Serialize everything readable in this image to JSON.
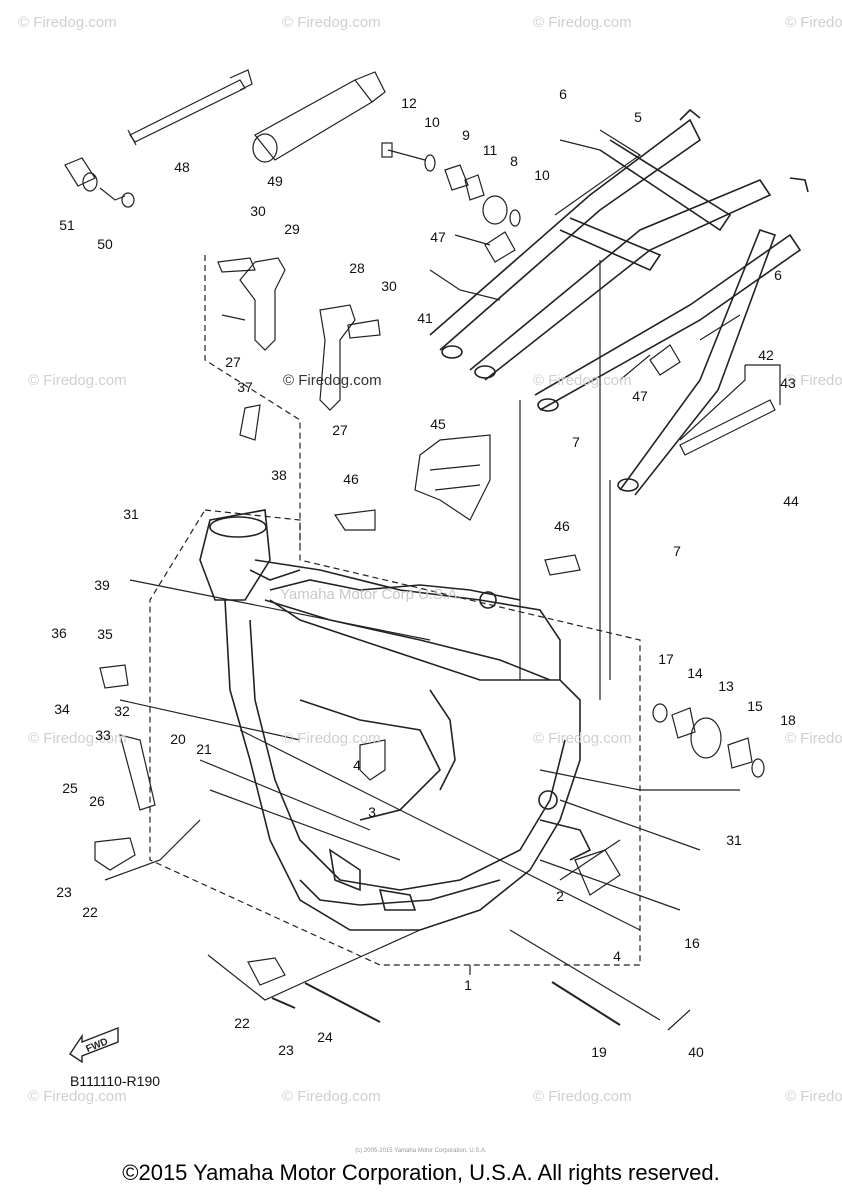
{
  "watermarks": {
    "text": "© Firedog.com",
    "center_text": "Yamaha Motor Corp U.S.A.",
    "mid_text": "© Firedog.com"
  },
  "diagram_code": "B111110-R190",
  "fwd_label": "FWD",
  "copyright": "©2015 Yamaha Motor Corporation, U.S.A. All rights reserved.",
  "fine_print": "(c) 2005-2015 Yamaha Motor Corporation, U.S.A.",
  "callouts": [
    "1",
    "2",
    "3",
    "4",
    "5",
    "6",
    "7",
    "8",
    "9",
    "10",
    "11",
    "12",
    "13",
    "14",
    "15",
    "16",
    "17",
    "18",
    "19",
    "20",
    "21",
    "22",
    "23",
    "24",
    "25",
    "26",
    "27",
    "28",
    "29",
    "30",
    "31",
    "32",
    "33",
    "34",
    "35",
    "36",
    "37",
    "38",
    "39",
    "40",
    "41",
    "42",
    "43",
    "44",
    "45",
    "46",
    "47",
    "48",
    "49",
    "50",
    "51"
  ],
  "colors": {
    "line": "#222222",
    "watermark": "#cfcfcf",
    "background": "#ffffff"
  }
}
